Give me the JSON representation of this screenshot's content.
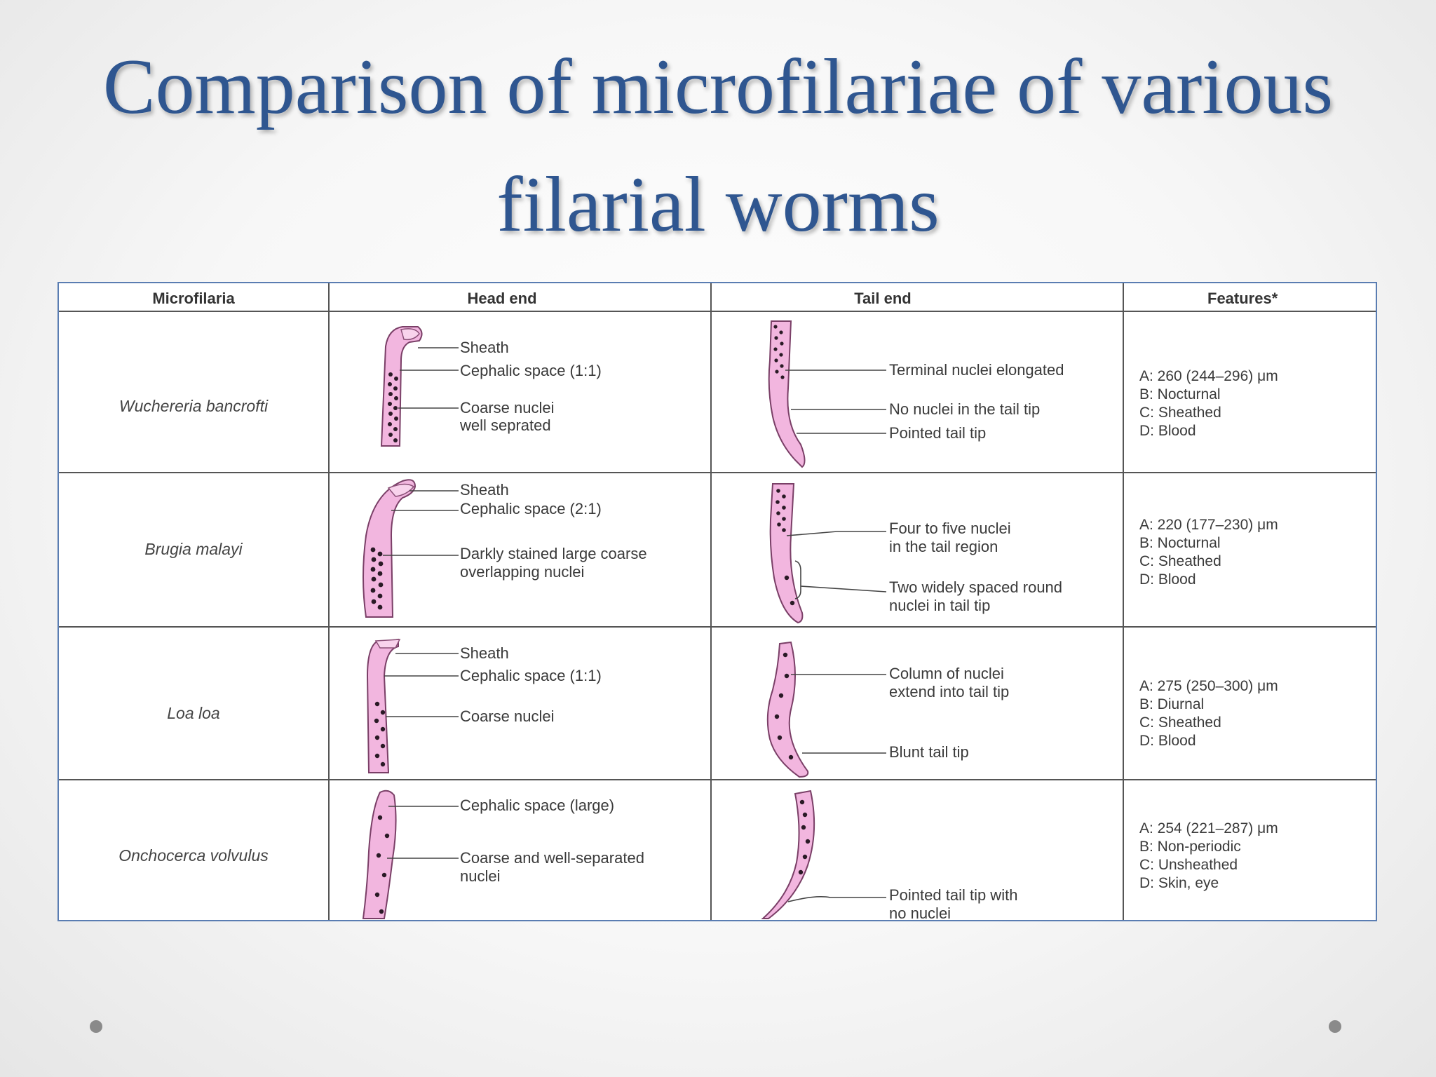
{
  "title": {
    "line1": "Comparison of microfilariae of various",
    "line2": "filarial worms"
  },
  "table": {
    "headers": {
      "microfilaria": "Microfilaria",
      "head_end": "Head end",
      "tail_end": "Tail end",
      "features": "Features*"
    },
    "rows": [
      {
        "name": "Wuchereria bancrofti",
        "head_labels": [
          "Sheath",
          "Cephalic space (1:1)",
          "Coarse nuclei",
          "well seprated"
        ],
        "tail_labels": [
          "Terminal nuclei elongated",
          "No nuclei in the tail tip",
          "Pointed tail tip"
        ],
        "features": [
          "A: 260 (244–296) μm",
          "B: Nocturnal",
          "C: Sheathed",
          "D: Blood"
        ]
      },
      {
        "name": "Brugia malayi",
        "head_labels": [
          "Sheath",
          "Cephalic space (2:1)",
          "Darkly stained large coarse",
          "overlapping nuclei"
        ],
        "tail_labels": [
          "Four to five nuclei",
          "in the tail region",
          "Two widely spaced round",
          "nuclei in tail tip"
        ],
        "features": [
          "A: 220 (177–230) μm",
          "B: Nocturnal",
          "C: Sheathed",
          "D: Blood"
        ]
      },
      {
        "name": "Loa loa",
        "head_labels": [
          "Sheath",
          "Cephalic space (1:1)",
          "Coarse nuclei"
        ],
        "tail_labels": [
          "Column of nuclei",
          "extend into tail tip",
          "Blunt tail tip"
        ],
        "features": [
          "A: 275 (250–300) μm",
          "B: Diurnal",
          "C: Sheathed",
          "D: Blood"
        ]
      },
      {
        "name": "Onchocerca volvulus",
        "head_labels": [
          "Cephalic space (large)",
          "Coarse and well-separated",
          "nuclei"
        ],
        "tail_labels": [
          "Pointed tail tip with",
          "no nuclei"
        ],
        "features": [
          "A: 254 (221–287) μm",
          "B: Non-periodic",
          "C: Unsheathed",
          "D: Skin, eye"
        ]
      }
    ]
  },
  "colors": {
    "title": "#2f5690",
    "worm_fill": "#f2b6df",
    "worm_outline": "#7a3f67",
    "table_border": "#5a7db2"
  }
}
